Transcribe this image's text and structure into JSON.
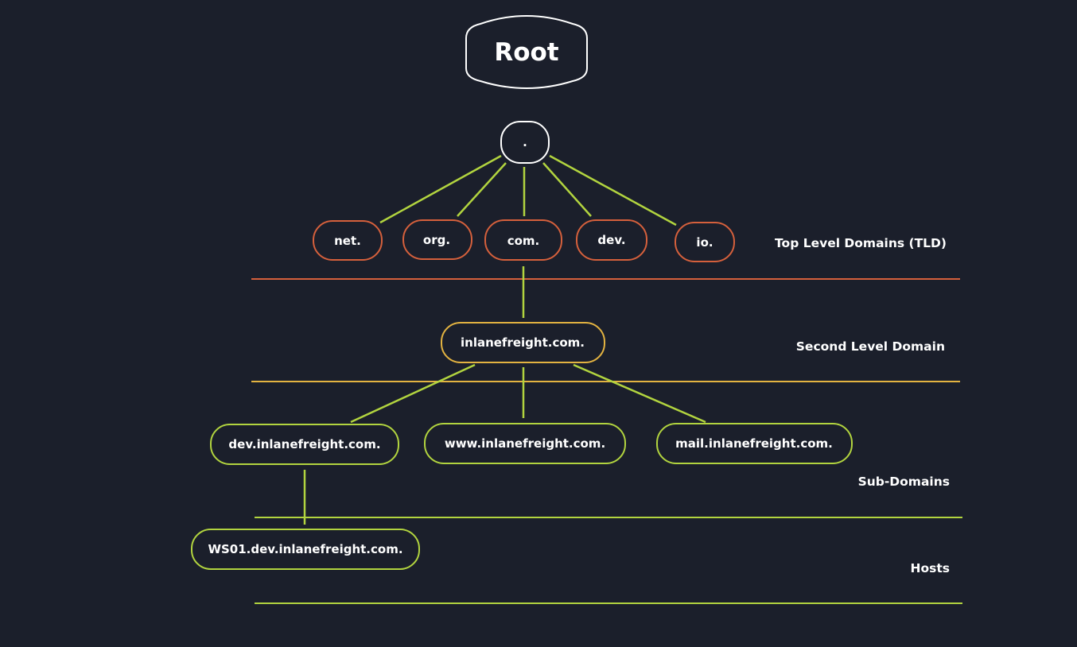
{
  "root": {
    "label": "Root",
    "dot": "."
  },
  "tlds": [
    "net.",
    "org.",
    "com.",
    "dev.",
    "io."
  ],
  "second_level": "inlanefreight.com.",
  "subdomains": [
    "dev.inlanefreight.com.",
    "www.inlanefreight.com.",
    "mail.inlanefreight.com."
  ],
  "host": "WS01.dev.inlanefreight.com.",
  "levels": {
    "tld": "Top Level Domains (TLD)",
    "second": "Second Level Domain",
    "sub": "Sub-Domains",
    "hosts": "Hosts"
  },
  "colors": {
    "background": "#1b1f2b",
    "tld": "#d5603c",
    "second_level": "#e3b341",
    "sub_and_host": "#b2d43f",
    "root": "#ffffff"
  }
}
